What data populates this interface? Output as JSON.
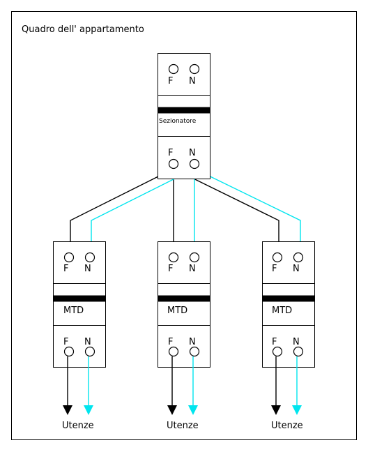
{
  "panel": {
    "title": "Quadro dell' appartamento"
  },
  "main_switch": {
    "name": "Sezionatore",
    "in_terminals": [
      "F",
      "N"
    ],
    "out_terminals": [
      "F",
      "N"
    ]
  },
  "breakers": [
    {
      "name": "MTD",
      "in_terminals": [
        "F",
        "N"
      ],
      "out_terminals": [
        "F",
        "N"
      ],
      "load": "Utenze"
    },
    {
      "name": "MTD",
      "in_terminals": [
        "F",
        "N"
      ],
      "out_terminals": [
        "F",
        "N"
      ],
      "load": "Utenze"
    },
    {
      "name": "MTD",
      "in_terminals": [
        "F",
        "N"
      ],
      "out_terminals": [
        "F",
        "N"
      ],
      "load": "Utenze"
    }
  ],
  "colors": {
    "phase": "#000000",
    "neutral": "#00e5ee",
    "outline": "#000000",
    "background": "#ffffff"
  }
}
